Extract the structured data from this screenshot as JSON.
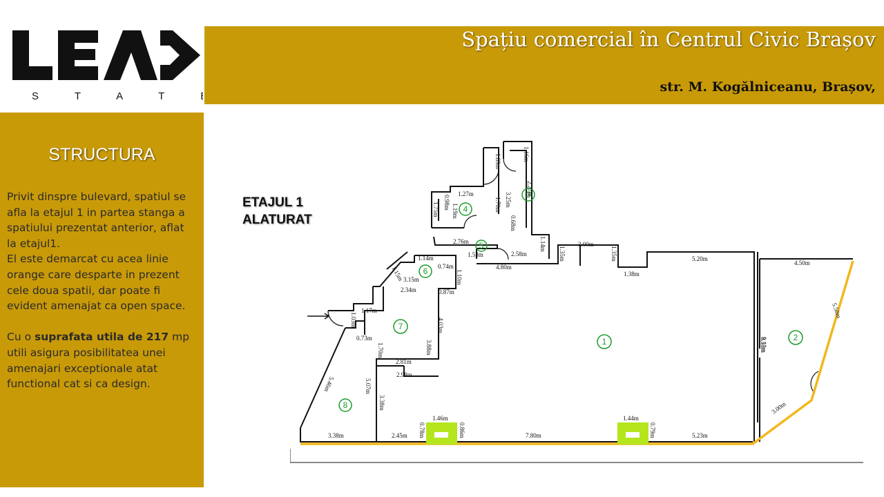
{
  "brand": {
    "logo_text": "LEAD",
    "logo_subtext": "E S T A T E"
  },
  "header": {
    "title": "Spațiu comercial în Centrul Civic Brașov",
    "address": "str. M. Kogălniceanu, Brașov,"
  },
  "sidebar": {
    "heading": "STRUCTURA",
    "paragraph1": "Privit dinspre bulevard, spatiul se afla la etajul 1 in partea stanga a spatiului prezentat anterior, aflat la etajul1.",
    "paragraph2": "El este demarcat cu acea linie orange care desparte in prezent cele doua spatii, dar poate fi evident amenajat ca open space.",
    "p3_prefix": "Cu o ",
    "p3_bold": "suprafata utila de 217",
    "p3_suffix": " mp utili asigura posibilitatea unei amenajari exceptionale atat functional cat si ca design."
  },
  "floor_label": {
    "line1": "ETAJUL 1",
    "line2": "ALATURAT"
  },
  "plan": {
    "rooms": [
      "1",
      "2",
      "3",
      "4",
      "5",
      "6",
      "7",
      "8"
    ],
    "dimensions": {
      "d_1_16": "1.16m",
      "d_1_89": "1.89m",
      "d_2_27": "2.27m",
      "d_3_25": "3.25m",
      "d_1_27": "1.27m",
      "d_0_98": "0.98m",
      "d_1_75": "1.75m",
      "d_1_19": "1.19m",
      "d_1_70a": "1.70m",
      "d_0_68": "0.68m",
      "d_2_76": "2.76m",
      "d_1_53": "1.53m",
      "d_2_58": "2.58m",
      "d_1_14a": "1.14m",
      "d_1_35a": "1.35m",
      "d_3_00a": "3.00m",
      "d_1_35b": "1.35m",
      "d_5_20": "5.20m",
      "d_4_80": "4.80m",
      "d_1_38": "1.38m",
      "d_1_14b": "1.14m",
      "d_0_74": "0.74m",
      "d_1_10": "1.10m",
      "d_3_15": "3.15m",
      "d_1_15": "1.15m",
      "d_2_34": "2.34m",
      "d_0_87": "0.87m",
      "d_1_17": "1.17m",
      "d_1_03": "1.03m",
      "d_0_73": "0.73m",
      "d_4_03": "4.03m",
      "d_3_88": "3.88m",
      "d_1_70b": "1.70m",
      "d_2_81": "2.81m",
      "d_2_98": "2.98m",
      "d_5_07": "5.07m",
      "d_3_38a": "3.38m",
      "d_5_46": "5.46m",
      "d_3_38b": "3.38m",
      "d_2_45": "2.45m",
      "d_0_78": "0.78m",
      "d_1_46": "1.46m",
      "d_0_86": "0.86m",
      "d_7_80": "7.80m",
      "d_1_44": "1.44m",
      "d_0_79": "0.79m",
      "d_5_23": "5.23m",
      "d_9_10": "9.10m",
      "d_8_53": "8.53m",
      "d_4_50": "4.50m",
      "d_5_50": "5.50m",
      "d_3_00b": "3.00m"
    }
  },
  "colors": {
    "gold": "#c99a08",
    "orange_line": "#f2b71c",
    "green_column": "#b5e61d",
    "room_number": "#1a9b2a"
  }
}
